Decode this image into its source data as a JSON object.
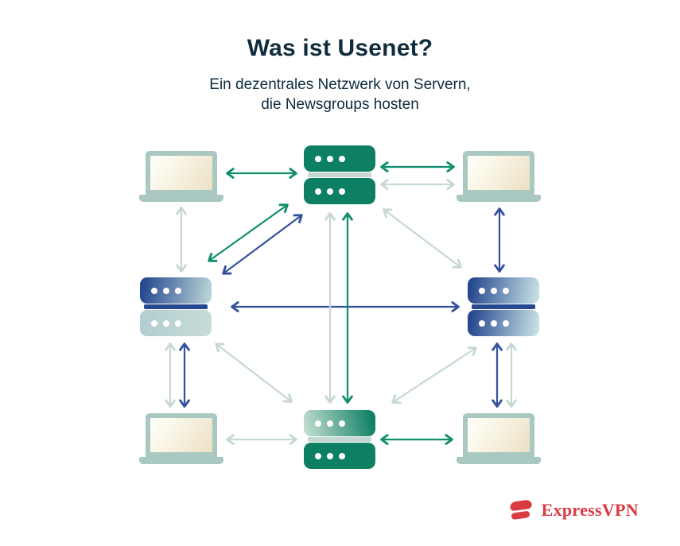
{
  "header": {
    "title": "Was ist Usenet?",
    "subtitle_line1": "Ein dezentrales Netzwerk von Servern,",
    "subtitle_line2": "die Newsgroups hosten"
  },
  "footer": {
    "brand": "ExpressVPN"
  },
  "colors": {
    "title_text": "#0f2d3d",
    "arrow_green": "#0f8e6c",
    "arrow_navy": "#33519e",
    "pale": "#c6d8d4",
    "server_green": "#0d8064",
    "server_navy": "#25488f",
    "laptop_frame": "#a9c8c1",
    "screen_light": "#fffef6",
    "screen_dark": "#ece2c6",
    "brand_red": "#d93b42",
    "background": "#ffffff"
  },
  "diagram": {
    "nodes": [
      {
        "id": "server-top",
        "type": "news-server",
        "style": "green"
      },
      {
        "id": "server-middle-left",
        "type": "news-server",
        "style": "blue-fade"
      },
      {
        "id": "server-middle-right",
        "type": "news-server",
        "style": "blue"
      },
      {
        "id": "server-bottom",
        "type": "news-server",
        "style": "green-fade"
      },
      {
        "id": "laptop-top-left",
        "type": "client-laptop"
      },
      {
        "id": "laptop-top-right",
        "type": "client-laptop"
      },
      {
        "id": "laptop-bottom-left",
        "type": "client-laptop"
      },
      {
        "id": "laptop-bottom-right",
        "type": "client-laptop"
      }
    ],
    "connections": [
      {
        "from": "laptop-top-left",
        "to": "server-top",
        "arrows": [
          "green"
        ]
      },
      {
        "from": "server-top",
        "to": "laptop-top-right",
        "arrows": [
          "green",
          "pale"
        ]
      },
      {
        "from": "laptop-top-left",
        "to": "server-middle-left",
        "arrows": [
          "pale"
        ]
      },
      {
        "from": "laptop-top-right",
        "to": "server-middle-right",
        "arrows": [
          "navy"
        ]
      },
      {
        "from": "server-middle-left",
        "to": "server-top",
        "arrows": [
          "green",
          "navy"
        ]
      },
      {
        "from": "server-top",
        "to": "server-middle-right",
        "arrows": [
          "pale"
        ]
      },
      {
        "from": "server-middle-left",
        "to": "server-middle-right",
        "arrows": [
          "navy"
        ]
      },
      {
        "from": "server-top",
        "to": "server-bottom",
        "arrows": [
          "pale",
          "green"
        ]
      },
      {
        "from": "server-middle-left",
        "to": "server-bottom",
        "arrows": [
          "pale"
        ]
      },
      {
        "from": "server-middle-right",
        "to": "server-bottom",
        "arrows": [
          "pale"
        ]
      },
      {
        "from": "server-middle-left",
        "to": "laptop-bottom-left",
        "arrows": [
          "pale",
          "navy"
        ]
      },
      {
        "from": "server-middle-right",
        "to": "laptop-bottom-right",
        "arrows": [
          "navy",
          "pale"
        ]
      },
      {
        "from": "laptop-bottom-left",
        "to": "server-bottom",
        "arrows": [
          "pale"
        ]
      },
      {
        "from": "server-bottom",
        "to": "laptop-bottom-right",
        "arrows": [
          "green"
        ]
      }
    ],
    "arrow_direction": "bidirectional"
  }
}
